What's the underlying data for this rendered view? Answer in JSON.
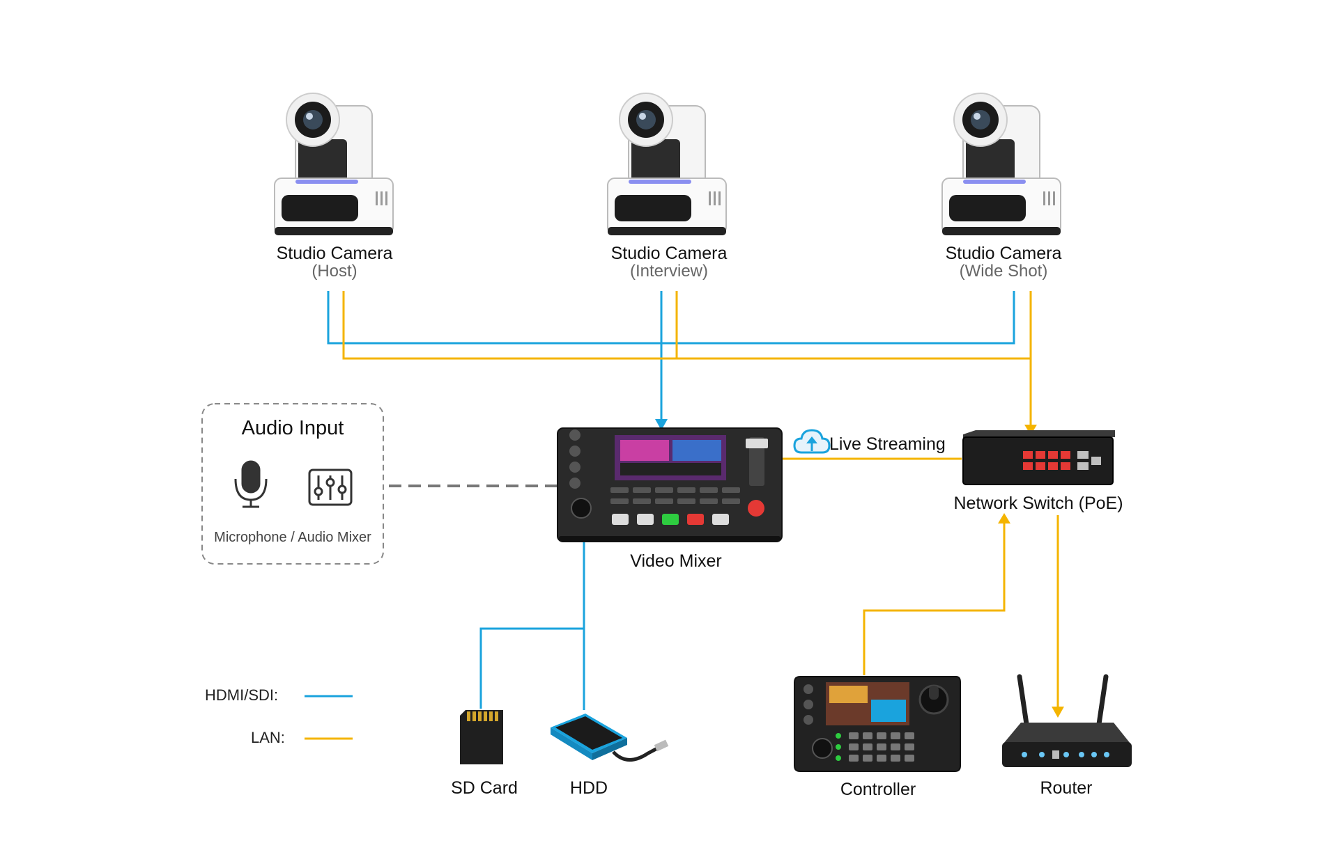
{
  "cameras": [
    {
      "title": "Studio Camera",
      "role": "(Host)"
    },
    {
      "title": "Studio Camera",
      "role": "(Interview)"
    },
    {
      "title": "Studio Camera",
      "role": "(Wide Shot)"
    }
  ],
  "audio_input": {
    "title": "Audio Input",
    "devices_label": "Microphone / Audio Mixer"
  },
  "video_mixer": {
    "label": "Video Mixer"
  },
  "live_streaming": {
    "label": "Live Streaming"
  },
  "network_switch": {
    "label": "Network Switch (PoE)"
  },
  "storage": [
    {
      "label": "SD Card"
    },
    {
      "label": "HDD"
    }
  ],
  "controller": {
    "label": "Controller"
  },
  "router": {
    "label": "Router"
  },
  "legend": [
    {
      "label": "HDMI/SDI:",
      "color": "#1aa3dd"
    },
    {
      "label": "LAN:",
      "color": "#f4b400"
    }
  ],
  "colors": {
    "hdmi": "#1aa3dd",
    "lan": "#f4b400",
    "dashed": "#777777"
  }
}
